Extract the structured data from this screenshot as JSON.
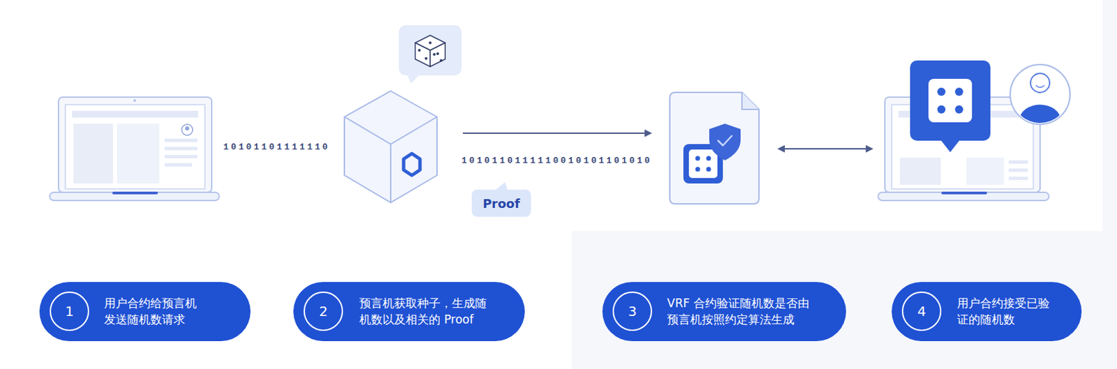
{
  "diagram": {
    "nodes": [
      {
        "text": [
          "Proof"
        ]
      },
      {
        "text": [
          "用户合约给预言机 发送随机数请求"
        ]
      },
      {
        "text": [
          "1"
        ],
        "in": 1
      },
      {
        "text": [
          "预言机获取种子，生成随 机数以及相关的 Proof"
        ]
      },
      {
        "text": [
          "2"
        ],
        "in": 3
      },
      {
        "text": [
          "VRF 合约验证随机数是否由 预言机按照约定算法生成"
        ]
      },
      {
        "text": [
          "3"
        ],
        "in": 5
      },
      {
        "text": [
          "用户合约接受已验 证的随机数"
        ]
      },
      {
        "text": [
          "4"
        ],
        "in": 7
      }
    ],
    "labels": [
      "10101101111110",
      "1010110111110010101101010"
    ]
  }
}
